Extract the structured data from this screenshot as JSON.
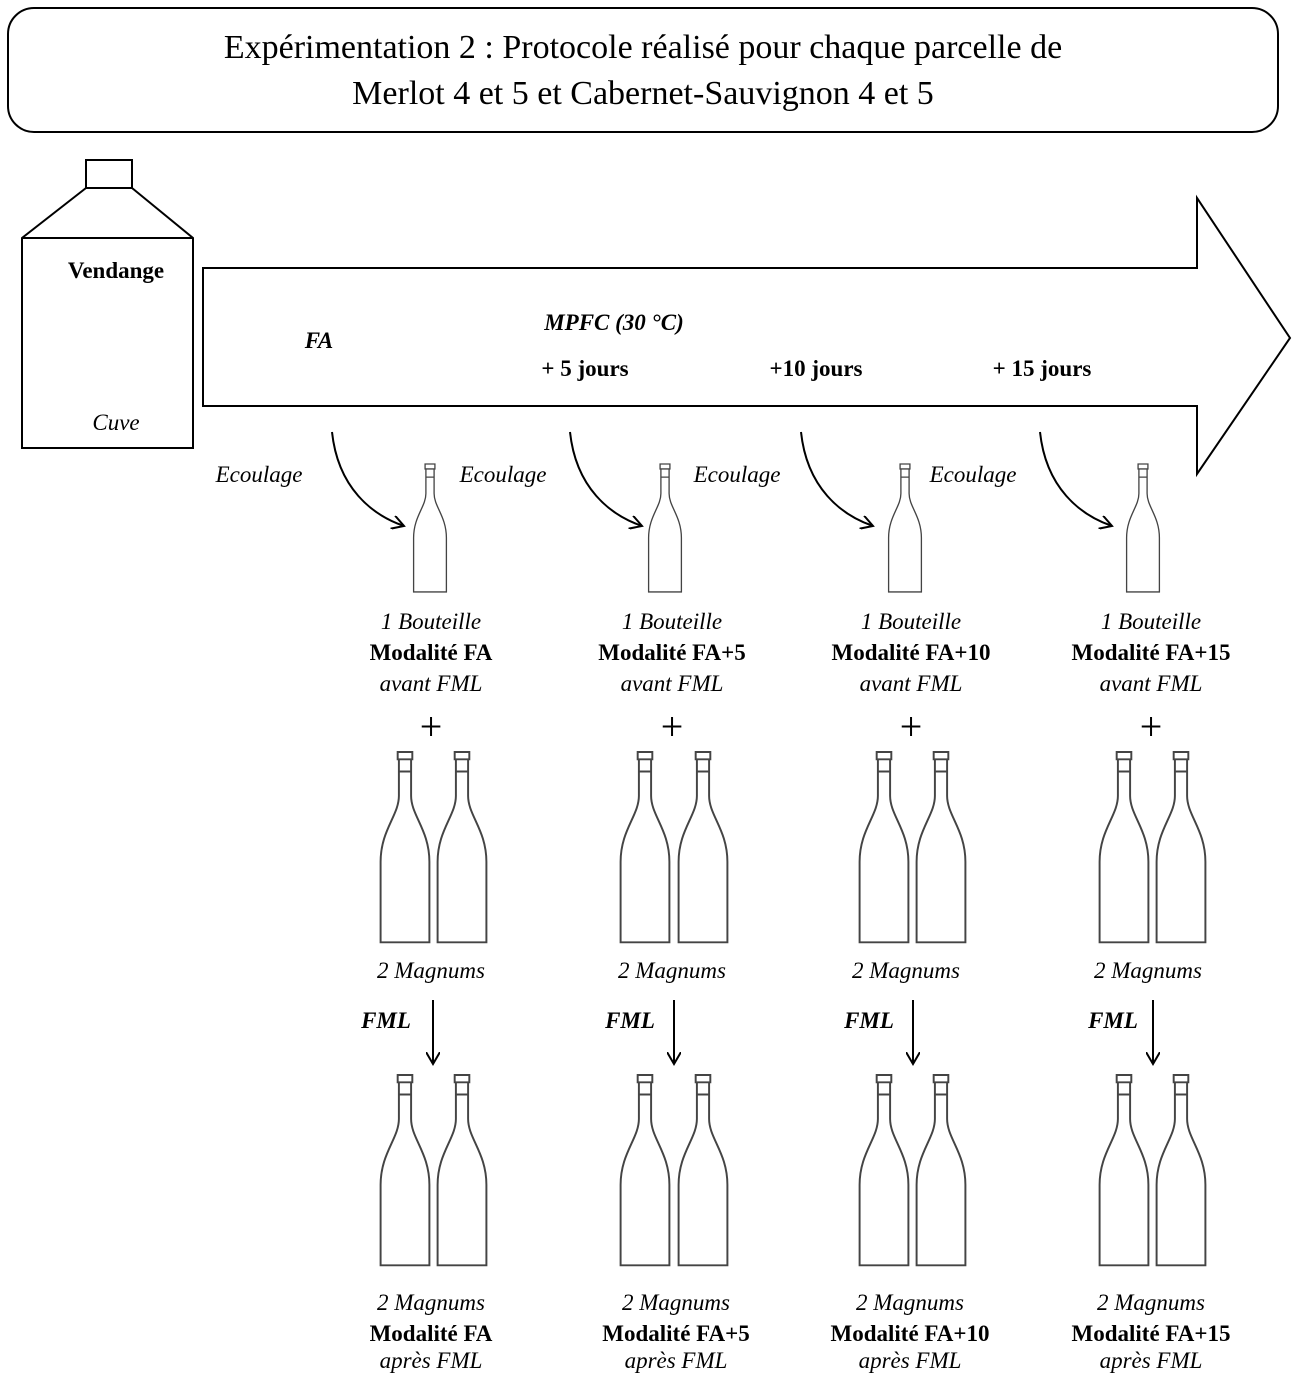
{
  "title": {
    "line1": "Expérimentation 2 : Protocole réalisé pour chaque parcelle de",
    "line2": "Merlot 4 et 5 et Cabernet-Sauvignon 4 et 5"
  },
  "tank": {
    "top_label": "Vendange",
    "bottom_label": "Cuve"
  },
  "arrow": {
    "fa": "FA",
    "mpfc": "MPFC (30 °C)",
    "steps": [
      "+ 5 jours",
      "+10 jours",
      "+ 15 jours"
    ]
  },
  "drain_label": "Ecoulage",
  "plus_sign": "+",
  "fml_label": "FML",
  "columns": [
    {
      "bottle_count": "1 Bouteille",
      "modality": "Modalité FA",
      "before": "avant FML",
      "magnums": "2 Magnums",
      "after_magnums": "2 Magnums",
      "after_modality": "Modalité FA",
      "after": "après FML"
    },
    {
      "bottle_count": "1 Bouteille",
      "modality": "Modalité FA+5",
      "before": "avant FML",
      "magnums": "2 Magnums",
      "after_magnums": "2 Magnums",
      "after_modality": "Modalité FA+5",
      "after": "après FML"
    },
    {
      "bottle_count": "1 Bouteille",
      "modality": "Modalité FA+10",
      "before": "avant FML",
      "magnums": "2 Magnums",
      "after_magnums": "2 Magnums",
      "after_modality": "Modalité FA+10",
      "after": "après FML"
    },
    {
      "bottle_count": "1 Bouteille",
      "modality": "Modalité FA+15",
      "before": "avant FML",
      "magnums": "2 Magnums",
      "after_magnums": "2 Magnums",
      "after_modality": "Modalité FA+15",
      "after": "après FML"
    }
  ]
}
